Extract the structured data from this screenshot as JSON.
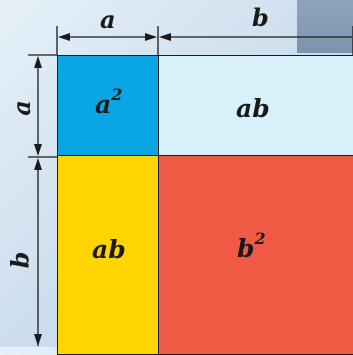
{
  "cells": {
    "top_left": {
      "base": "a",
      "exponent": "2",
      "color": "#0aa5e3"
    },
    "top_right": {
      "text": "ab",
      "color": "#d9f1fb"
    },
    "bottom_left": {
      "text": "ab",
      "color": "#ffd400"
    },
    "bottom_right": {
      "base": "b",
      "exponent": "2",
      "color": "#f05a45"
    }
  },
  "dimensions": {
    "top": [
      "a",
      "b"
    ],
    "left": [
      "a",
      "b"
    ]
  }
}
